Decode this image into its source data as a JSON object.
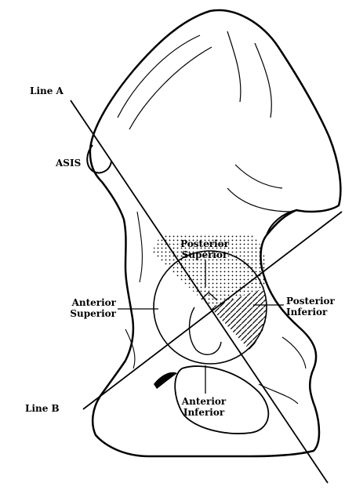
{
  "labels": {
    "line_a": "Line A",
    "line_b": "Line B",
    "asis": "ASIS",
    "posterior_superior": [
      "Posterior",
      "Superior"
    ],
    "posterior_inferior": [
      "Posterior",
      "Inferior"
    ],
    "anterior_superior": [
      "Anterior",
      "Superior"
    ],
    "anterior_inferior": [
      "Anterior",
      "Inferior"
    ]
  },
  "colors": {
    "ink": "#000000",
    "paper": "#ffffff"
  }
}
